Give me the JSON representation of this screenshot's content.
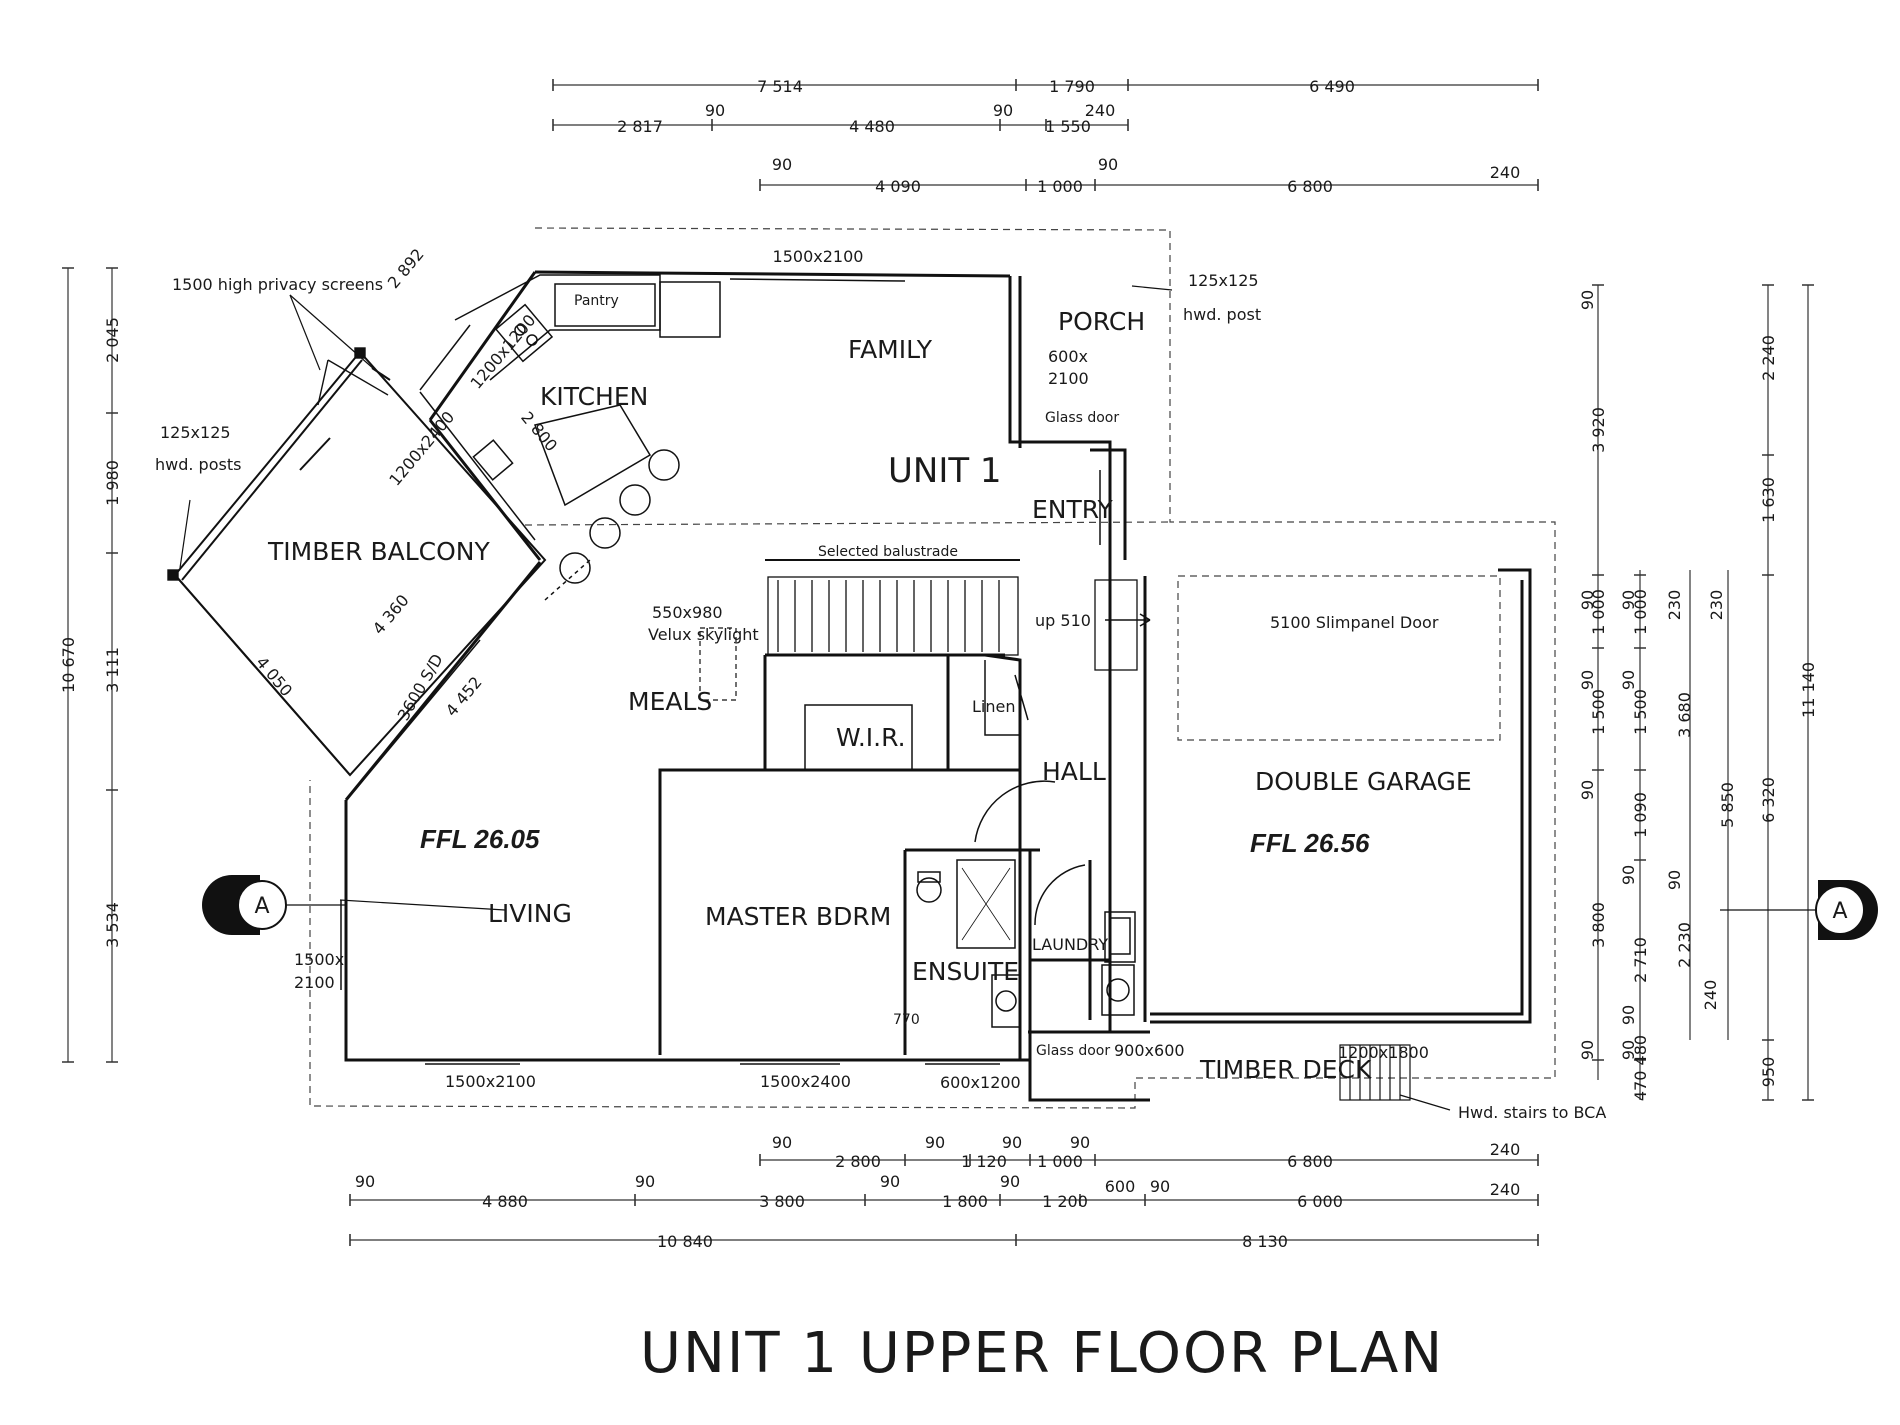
{
  "title": "UNIT 1  UPPER FLOOR PLAN",
  "rooms": {
    "unit": "UNIT 1",
    "family": "FAMILY",
    "kitchen": "KITCHEN",
    "pantry": "Pantry",
    "porch": "PORCH",
    "entry": "ENTRY",
    "timber_balcony": "TIMBER BALCONY",
    "meals": "MEALS",
    "wir": "W.I.R.",
    "linen": "Linen",
    "hall": "HALL",
    "double_garage": "DOUBLE GARAGE",
    "living": "LIVING",
    "master_bdrm": "MASTER BDRM",
    "ensuite": "ENSUITE",
    "laundry": "LAUNDRY",
    "timber_deck": "TIMBER DECK"
  },
  "levels": {
    "ffl_living": "FFL 26.05",
    "ffl_garage": "FFL 26.56"
  },
  "notes": {
    "privacy_screens": "1500 high privacy screens",
    "hwd_post_line1": "125x125",
    "hwd_post_line2": "hwd. post",
    "hwd_posts_line1": "125x125",
    "hwd_posts_line2": "hwd. posts",
    "balustrade": "Selected balustrade",
    "skylight_line1": "550x980",
    "skylight_line2": "Velux skylight",
    "garage_door": "5100 Slimpanel Door",
    "up": "up 510",
    "glass_door_porch": "Glass door",
    "glass_door_deck": "Glass door",
    "stairs": "Hwd. stairs to BCA",
    "sd": "3600 S/D",
    "width_770": "770",
    "section_marker": "A"
  },
  "openings": {
    "w_family": "1500x2100",
    "w_kitchen_a": "1200x1200",
    "w_kitchen_b": "1200x2400",
    "porch_a": "600x",
    "porch_b": "2100",
    "living_side_a": "1500x",
    "living_side_b": "2100",
    "w_living": "1500x2100",
    "w_bdrm": "1500x2400",
    "w_ensuite": "600x1200",
    "w_laundry": "900x600",
    "w_deck": "1200x1800"
  },
  "balcony_dims": {
    "d1": "2 892",
    "d2": "4 360",
    "d3": "4 050",
    "d4": "4 452",
    "d5": "2 800"
  },
  "dimensions": {
    "top1": [
      "7 514",
      "1 790",
      "6 490"
    ],
    "top2": [
      "2 817",
      "90",
      "4 480",
      "90",
      "1 550",
      "240"
    ],
    "top3": [
      "90",
      "4 090",
      "1 000",
      "90",
      "6 800",
      "240"
    ],
    "bottom1": [
      "90",
      "2 800",
      "90",
      "1 120",
      "90",
      "1 000",
      "90",
      "6 800",
      "240"
    ],
    "bottom2": [
      "90",
      "4 880",
      "90",
      "3 800",
      "90",
      "1 800",
      "90",
      "1 200",
      "600",
      "90",
      "6 000",
      "240"
    ],
    "bottom3": [
      "10 840",
      "8 130"
    ],
    "left_outer": [
      "10 670"
    ],
    "left_inner": [
      "2 045",
      "1 980",
      "3 111",
      "3 534"
    ],
    "right1": [
      "90",
      "3 920",
      "90",
      "1 000",
      "90",
      "1 500",
      "90",
      "3 800",
      "90"
    ],
    "right2": [
      "90",
      "1 000",
      "90",
      "1 500",
      "1 090",
      "90",
      "2 710",
      "90",
      "90",
      "470 480"
    ],
    "right3": [
      "230",
      "3 680",
      "90",
      "2 230",
      "240"
    ],
    "right4": [
      "230",
      "5 850"
    ],
    "right5": [
      "2 240",
      "1 630",
      "6 320",
      "950"
    ],
    "right6": [
      "11 140"
    ]
  }
}
